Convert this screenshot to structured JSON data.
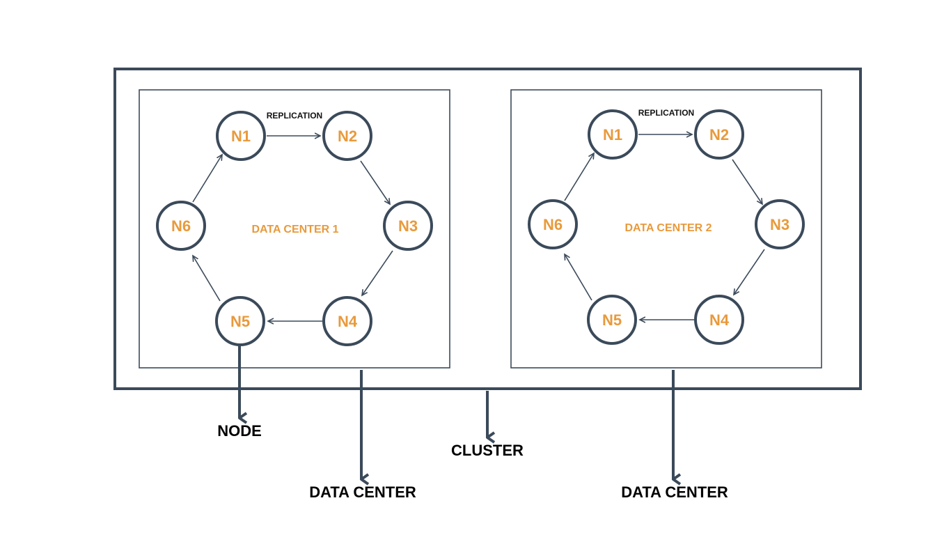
{
  "colors": {
    "node_label": "#e89a3c",
    "stroke": "#3b4a5a",
    "text_dark": "#000000"
  },
  "nodes": [
    "N1",
    "N2",
    "N3",
    "N4",
    "N5",
    "N6"
  ],
  "replication_label": "REPLICATION",
  "data_centers": [
    {
      "title": "DATA CENTER 1"
    },
    {
      "title": "DATA CENTER 2"
    }
  ],
  "callouts": {
    "node": "NODE",
    "data_center_1": "DATA CENTER",
    "cluster": "CLUSTER",
    "data_center_2": "DATA CENTER"
  }
}
